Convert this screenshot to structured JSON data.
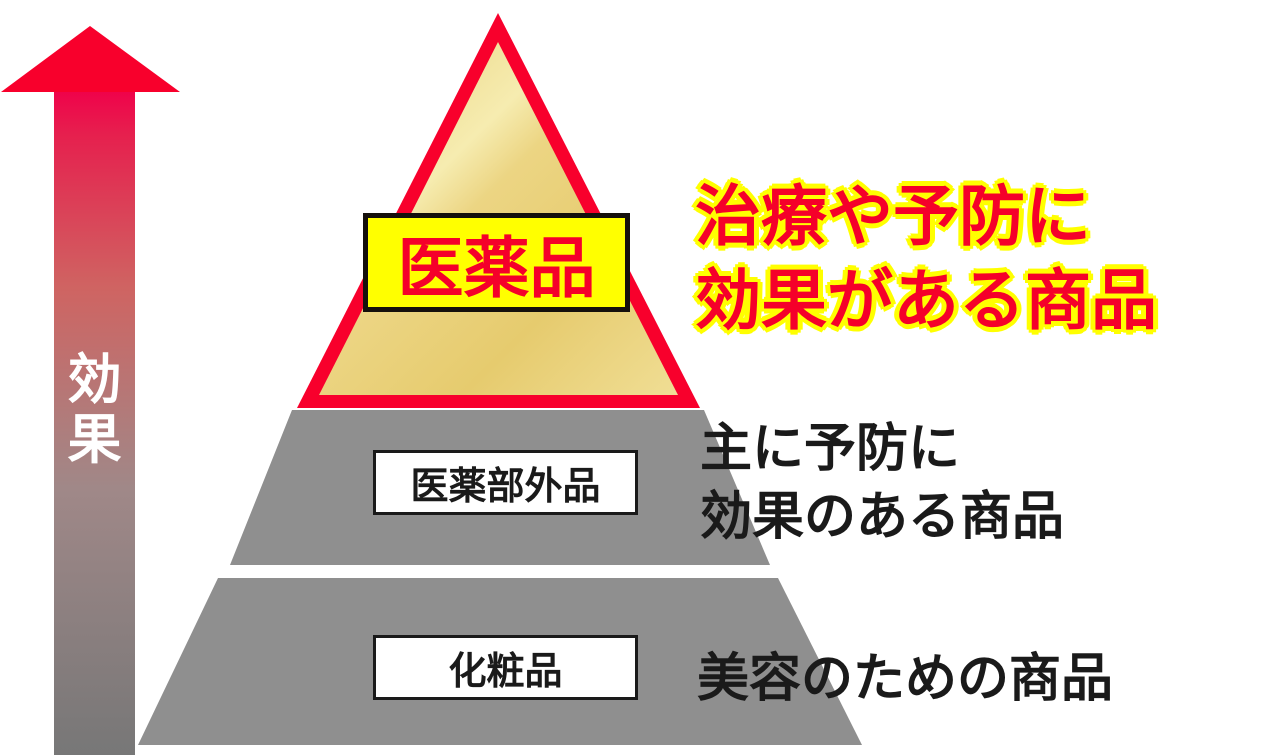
{
  "arrow": {
    "label": "効果"
  },
  "tiers": [
    {
      "label": "医薬品",
      "description_lines": [
        "治療や予防に",
        "効果がある商品"
      ]
    },
    {
      "label": "医薬部外品",
      "description_lines": [
        "主に予防に",
        "効果のある商品"
      ]
    },
    {
      "label": "化粧品",
      "description_lines": [
        "美容のための商品"
      ]
    }
  ],
  "colors": {
    "accent_red": "#f5002a",
    "highlight_yellow": "#ffff00",
    "tier_gray": "#8f8f8f",
    "gold": "#ecd37a"
  }
}
